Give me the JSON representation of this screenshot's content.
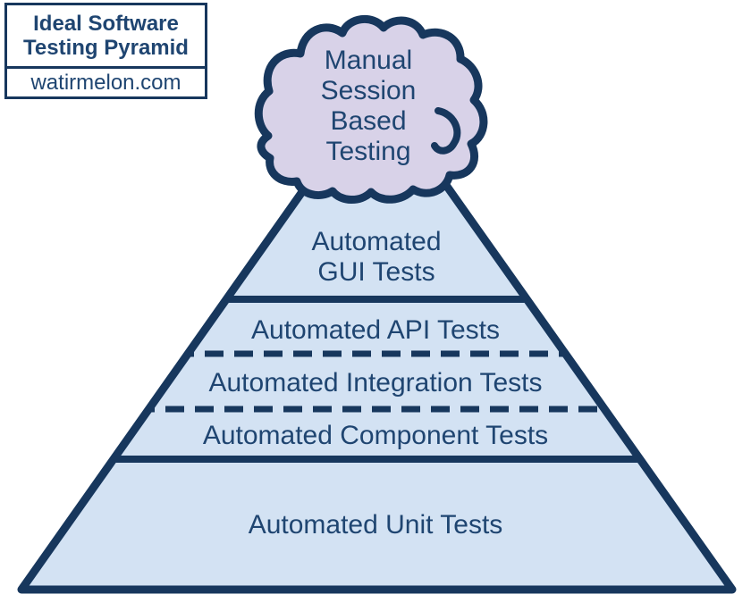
{
  "source_box": {
    "title": "Ideal Software Testing Pyramid",
    "website": "watirmelon.com"
  },
  "cloud": {
    "label": "Manual Session Based Testing"
  },
  "pyramid": {
    "layers": [
      {
        "label": "Automated GUI Tests"
      },
      {
        "label": "Automated API Tests"
      },
      {
        "label": "Automated Integration Tests"
      },
      {
        "label": "Automated Component Tests"
      },
      {
        "label": "Automated Unit Tests"
      }
    ]
  },
  "colors": {
    "outline_navy": "#17375d",
    "text_navy": "#1f4571",
    "pyramid_fill": "#d3e2f3",
    "cloud_fill": "#d8d2e8",
    "background": "#ffffff"
  }
}
